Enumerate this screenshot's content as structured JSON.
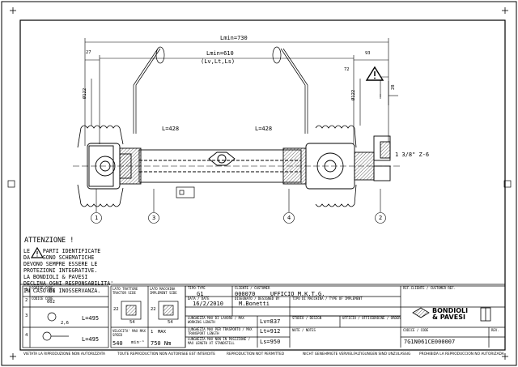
{
  "dimensions": {
    "lmin_total": "Lmin=730",
    "lmin_inner": "Lmin=610",
    "lmin_inner_sub": "(Lv,Lt,Ls)",
    "left_27": "27",
    "left_122": "Ø122",
    "right_93": "93",
    "right_72": "72",
    "right_122": "Ø122",
    "right_28": "28",
    "l428_left": "L=428",
    "l428_right": "L=428",
    "spline": "1 3/8\" Z-6"
  },
  "callouts": [
    "1",
    "3",
    "4",
    "2"
  ],
  "notice": {
    "title": "ATTENZIONE !",
    "body": "LE    PARTI IDENTIFICATE\nDA    SONO SCHEMATICHE\nDEVONO SEMPRE ESSERE LE\nPROTEZIONI INTEGRATIVE.\nLA BONDIOLI & PAVESI\nDECLINA OGNI RESPONSABILITA'\nIN CASO DI INOSSERVANZA."
  },
  "parts": {
    "rows": [
      {
        "num": "1",
        "code_label": "CODICE CODE",
        "code": "000"
      },
      {
        "num": "2",
        "code_label": "CODICE CODE",
        "code": "002"
      },
      {
        "num": "3",
        "length": "L=495",
        "dim": "2,6"
      },
      {
        "num": "4",
        "length": "L=495"
      }
    ]
  },
  "tractor_side": {
    "header": "LATO TRATTORE TRACTOR SIDE",
    "d1": "22",
    "d2": "54",
    "speed_label": "VELOCITA' MAX MAX SPEED",
    "speed_value": "540",
    "speed_unit": "min⁻¹"
  },
  "implement_side": {
    "header": "LATO MACCHINA IMPLEMENT SIDE",
    "d1": "22",
    "d2": "54",
    "torque_label": "MAX",
    "torque_count": "1",
    "torque_value": "750 Nm"
  },
  "title_block": {
    "type_label": "TIPO-TYPE",
    "type_value": "G1",
    "client_label": "CLIENTE / CUSTOMER",
    "client_code": "000070",
    "client_name": "UFFICIO M.K.T.G.",
    "cust_ref_label": "RIF.CLIENTE / CUSTOMER REF.",
    "date_label": "DATA / DATE",
    "date_value": "16/2/2010",
    "drawn_label": "DISEGNATO / DESIGNED BY",
    "drawn_value": "M.Bonetti",
    "machine_label": "TIPO DI MACCHINA / TYPE OF IMPLEMENT",
    "lv_desc": "LUNGHEZZA MAX DI LAVORO / MAX WORKING LENGTH",
    "lv_value": "Lv=837",
    "lt_desc": "LUNGHEZZA MAX PER TRASPORTO / MAX TRANSPORT LENGTH",
    "lt_value": "Lt=912",
    "ls_desc": "LUNGHEZZA MAX NON IN POSIZIONE / MAX LENGTH AT STANDSTILL",
    "ls_value": "Ls=950",
    "study_label": "STUDIO / DESIGN",
    "office_label": "UFFICIO / OFFICE",
    "order_label": "ORDINE / ORDER",
    "note_label": "NOTE / NOTES",
    "code_label": "CODICE / CODE",
    "code_value": "7G1N061CE000007",
    "rev_label": "REV."
  },
  "brand": "BONDIOLI\n& PAVESI",
  "footer": [
    "VIETATA LA RIPRODUZIONE NON AUTORIZZATA",
    "TOUTE REPRODUCTION NON AUTORISEE EST INTERDITE",
    "REPRODUCTION NOT PERMITTED",
    "NICHT GENEHMIGTE VERVIELFALTIGUNGEN SIND UNZULASSIG",
    "PROHIBIDA LA REPRODUCCION NO AUTORIZADA"
  ],
  "colors": {
    "ink": "#000000",
    "paper": "#ffffff",
    "hatch": "#222222"
  }
}
